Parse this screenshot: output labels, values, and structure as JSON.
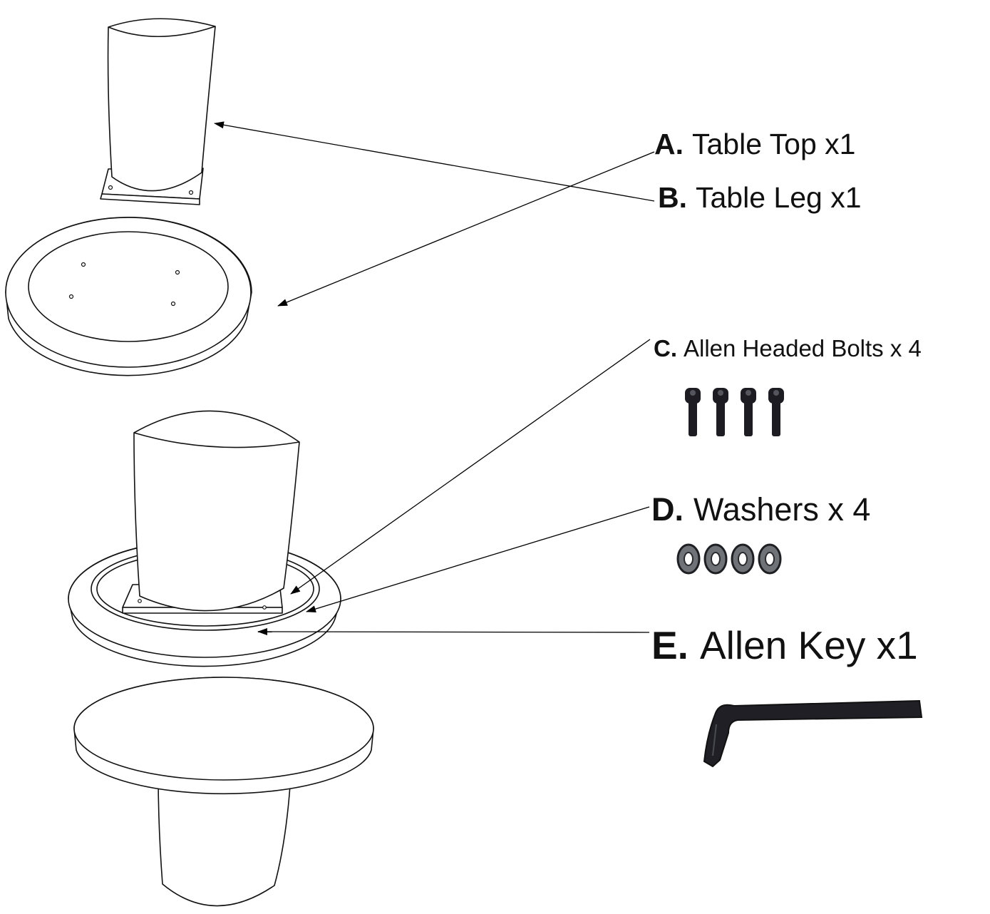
{
  "labels": {
    "a": {
      "letter": "A.",
      "text": "Table Top x1"
    },
    "b": {
      "letter": "B.",
      "text": "Table Leg x1"
    },
    "c": {
      "letter": "C.",
      "text": "Allen Headed Bolts x 4"
    },
    "d": {
      "letter": "D.",
      "text": "Washers x 4"
    },
    "e": {
      "letter": "E.",
      "text": "Allen Key x1"
    }
  },
  "counts": {
    "bolts": 4,
    "washers": 4
  },
  "colors": {
    "line": "#111111",
    "hardware_dark": "#1c1c22",
    "washer_metal": "#6f7378",
    "background": "#ffffff"
  }
}
